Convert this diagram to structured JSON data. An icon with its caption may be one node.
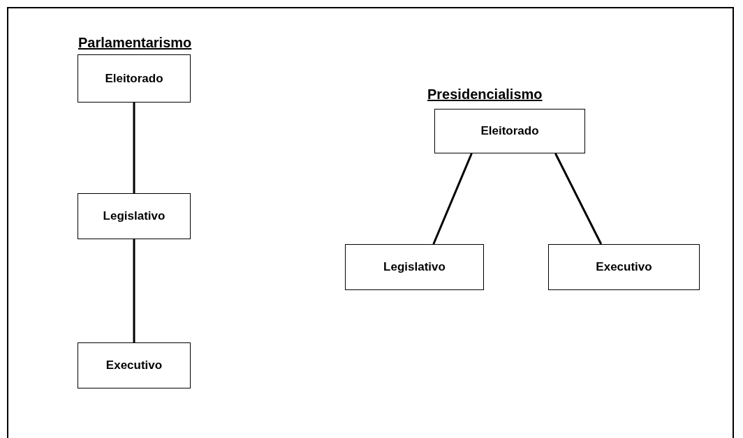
{
  "diagram": {
    "nodes": [
      {
        "text": [
          "Eleitorado"
        ]
      },
      {
        "text": [
          "Legislativo"
        ]
      },
      {
        "text": [
          "Executivo"
        ]
      },
      {
        "text": [
          "Eleitorado"
        ]
      },
      {
        "text": [
          "Legislativo"
        ]
      },
      {
        "text": [
          "Executivo"
        ]
      }
    ],
    "edges": [
      {
        "from": 0,
        "to": 1,
        "arrow": "none"
      },
      {
        "from": 1,
        "to": 2,
        "arrow": "none"
      },
      {
        "from": 3,
        "to": 4,
        "arrow": "none"
      },
      {
        "from": 3,
        "to": 5,
        "arrow": "none"
      }
    ],
    "labels": [
      "Parlamentarismo",
      "Presidencialismo"
    ]
  }
}
